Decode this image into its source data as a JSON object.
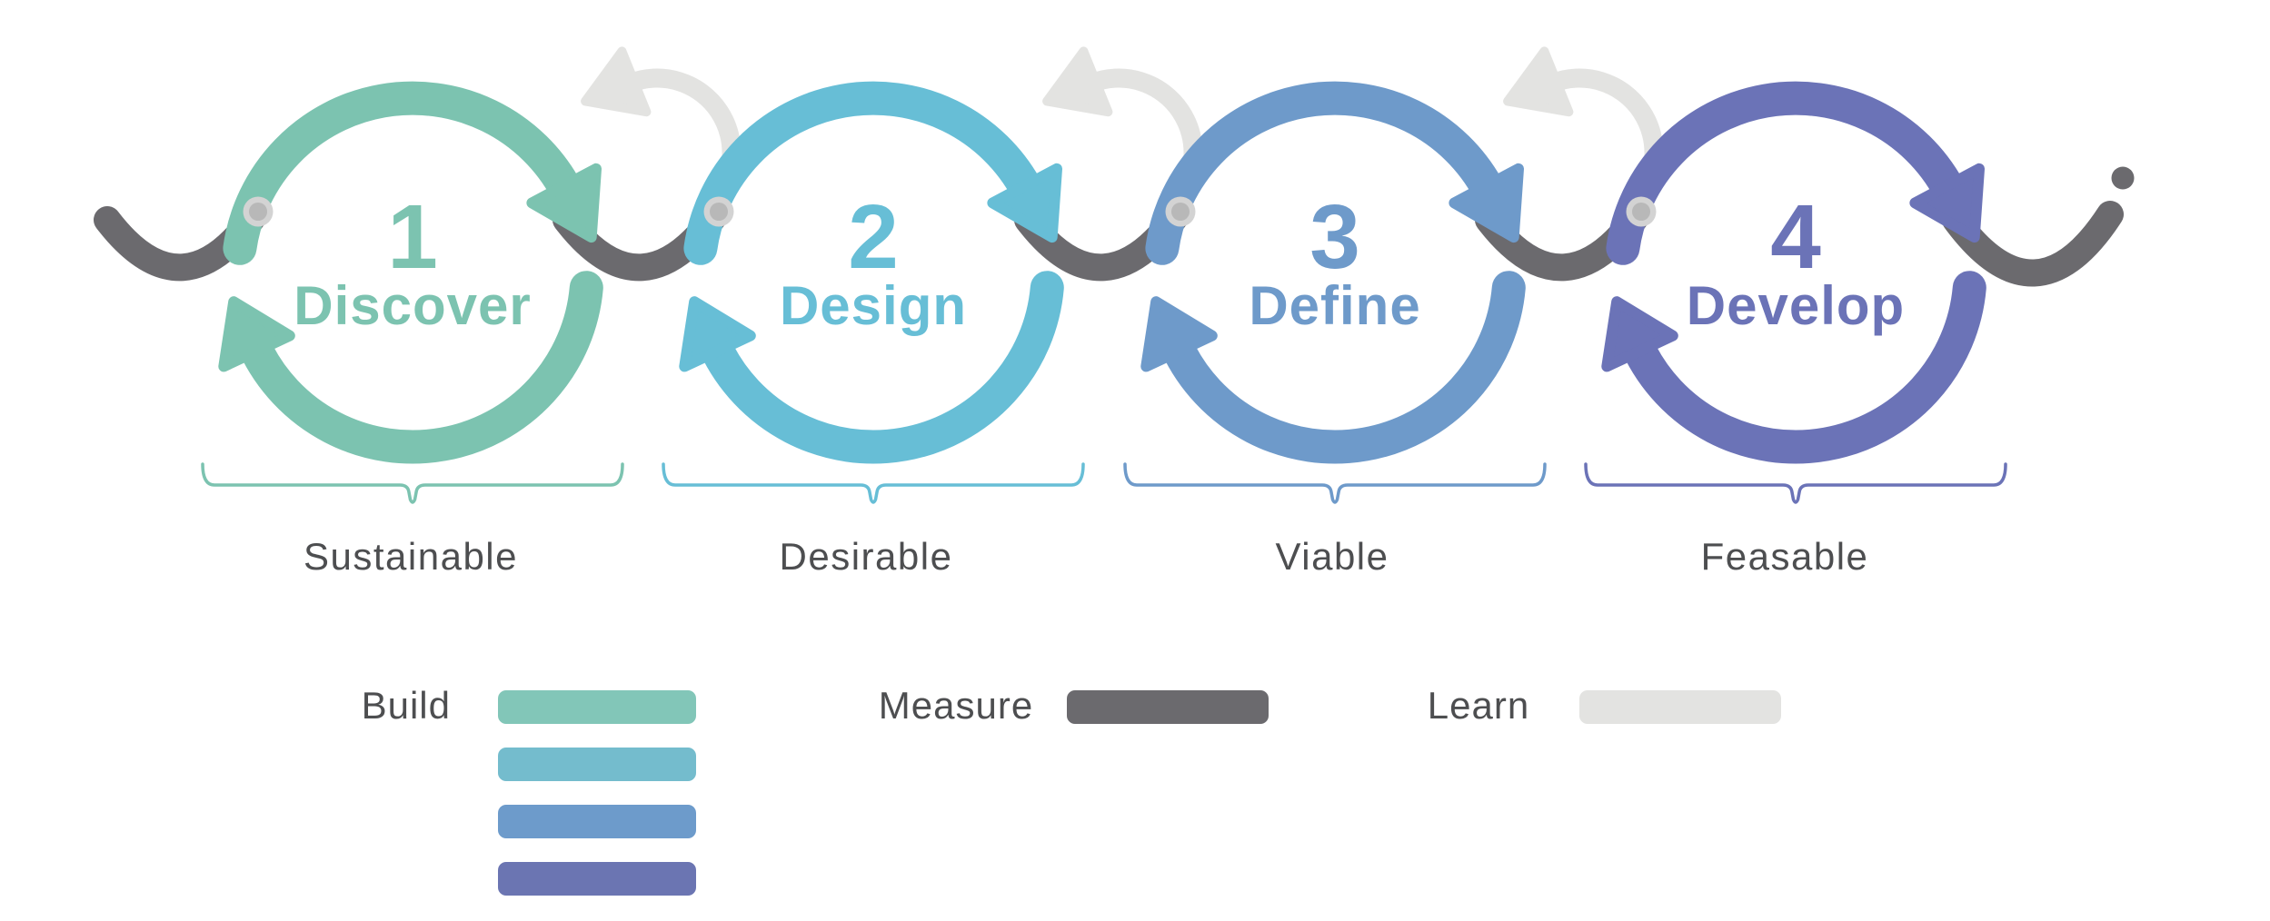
{
  "background": "#ffffff",
  "text_color": "#4d4e50",
  "phases": [
    {
      "number": "1",
      "name": "Discover",
      "quality": "Sustainable",
      "color": "#7cc3b0",
      "swatch_color": "#82c6b8"
    },
    {
      "number": "2",
      "name": "Design",
      "quality": "Desirable",
      "color": "#67bed6",
      "swatch_color": "#74bccd"
    },
    {
      "number": "3",
      "name": "Define",
      "quality": "Viable",
      "color": "#6e9aca",
      "swatch_color": "#6d9bcb"
    },
    {
      "number": "4",
      "name": "Develop",
      "quality": "Feasable",
      "color": "#6b73b7",
      "swatch_color": "#6b75b2"
    }
  ],
  "legend": {
    "build_label": "Build",
    "measure_label": "Measure",
    "learn_label": "Learn",
    "measure_color": "#6b6a6e",
    "learn_color": "#e3e3e1"
  },
  "connectors": {
    "measure_color": "#6b6a6e",
    "learn_color": "#e3e3e1",
    "node_outer_color": "#d3d3d3",
    "node_inner_color": "#b8b8b8",
    "end_dot_color": "#6b6a6e"
  }
}
